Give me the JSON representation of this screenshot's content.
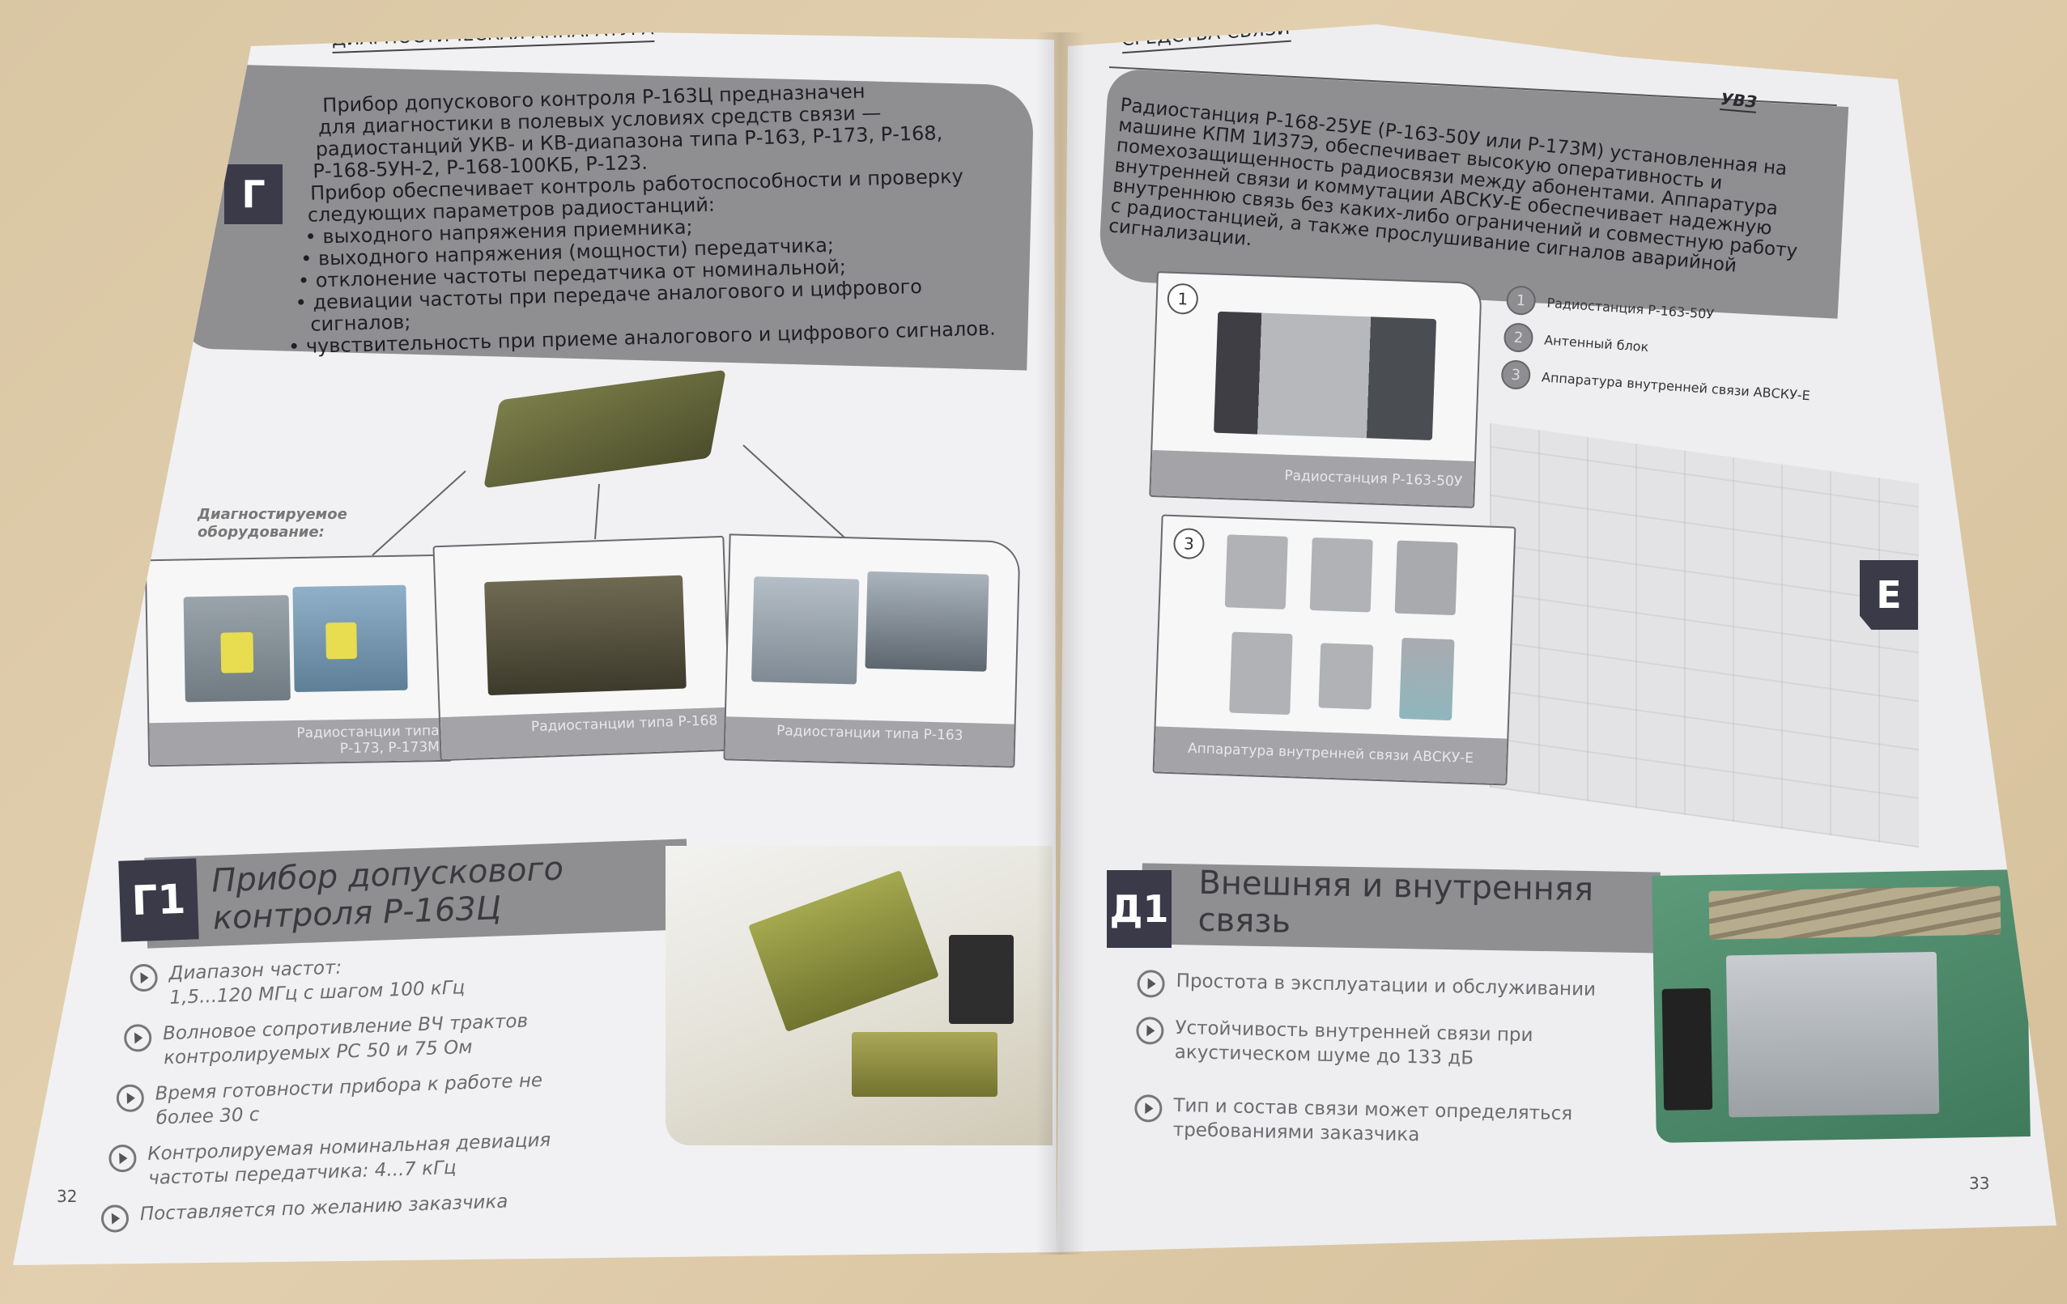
{
  "left_page": {
    "header": "ДИАГНОСТИЧЕСКАЯ АППАРАТУРА",
    "section_letter": "Г",
    "intro_lines": [
      "Прибор допускового контроля Р-163Ц предназначен",
      "для диагностики в полевых условиях средств связи —",
      "радиостанций УКВ- и КВ-диапазона типа Р-163, Р-173, Р-168,",
      "Р-168-5УН-2, Р-168-100КБ, Р-123.",
      "Прибор обеспечивает контроль работоспособности и проверку",
      "следующих параметров радиостанций:",
      "• выходного напряжения приемника;",
      "• выходного напряжения (мощности) передатчика;",
      "• отклонение частоты передатчика от номинальной;",
      "• девиации частоты при передаче аналогового и цифрового",
      "сигналов;",
      "• чувствительность при приеме аналогового и цифрового сигналов."
    ],
    "diagnosed_label": "Диагностируемое оборудование:",
    "equipment": [
      {
        "caption": "Радиостанции типа Р-173, Р-173М"
      },
      {
        "caption": "Радиостанции типа Р-168"
      },
      {
        "caption": "Радиостанции типа Р-163"
      }
    ],
    "subsection": {
      "code": "Г1",
      "title_lines": [
        "Прибор допускового",
        "контроля Р-163Ц"
      ],
      "bullets": [
        [
          "Диапазон частот:",
          "1,5...120 МГц с шагом 100 кГц"
        ],
        [
          "Волновое сопротивление ВЧ трактов",
          "контролируемых РС 50 и 75 Ом"
        ],
        [
          "Время готовности прибора к работе не",
          "более 30 с"
        ],
        [
          "Контролируемая номинальная девиация",
          "частоты передатчика: 4...7 кГц"
        ],
        [
          "Поставляется по желанию заказчика"
        ]
      ]
    },
    "page_number": "32"
  },
  "right_page": {
    "header": "СРЕДСТВА СВЯЗИ",
    "logo_text": "УВЗ",
    "intro_lines": [
      "Радиостанция Р-168-25УЕ (Р-163-50У или Р-173М) установленная на",
      "машине КПМ 1И37Э, обеспечивает высокую оперативность и",
      "помехозащищенность радиосвязи между абонентами. Аппаратура",
      "внутренней связи и коммутации АВСКУ-Е обеспечивает надежную",
      "внутреннюю связь без каких-либо ограничений и совместную работу",
      "с радиостанцией, а также прослушивание сигналов аварийной",
      "сигнализации."
    ],
    "box1": {
      "number": "1",
      "caption": "Радиостанция Р-163-50У"
    },
    "box3": {
      "number": "3",
      "caption": "Аппаратура внутренней связи АВСКУ-Е"
    },
    "legend": [
      {
        "num": "1",
        "label": "Радиостанция Р-163-50У"
      },
      {
        "num": "2",
        "label": "Антенный блок"
      },
      {
        "num": "3",
        "label": "Аппаратура внутренней связи АВСКУ-Е"
      }
    ],
    "section_letter": "Е",
    "subsection": {
      "code": "Д1",
      "title_lines": [
        "Внешняя и внутренняя",
        "связь"
      ],
      "bullets": [
        [
          "Простота в эксплуатации и обслуживании"
        ],
        [
          "Устойчивость внутренней связи при",
          "акустическом шуме до 133 дБ"
        ],
        [
          "Тип и состав связи может определяться",
          "требованиями заказчика"
        ]
      ]
    },
    "page_number": "33"
  },
  "colors": {
    "banner": "#8f8f92",
    "tab": "#3a3a48",
    "caption_bar": "#a4a4a8",
    "wood": "#d9c6a3"
  }
}
